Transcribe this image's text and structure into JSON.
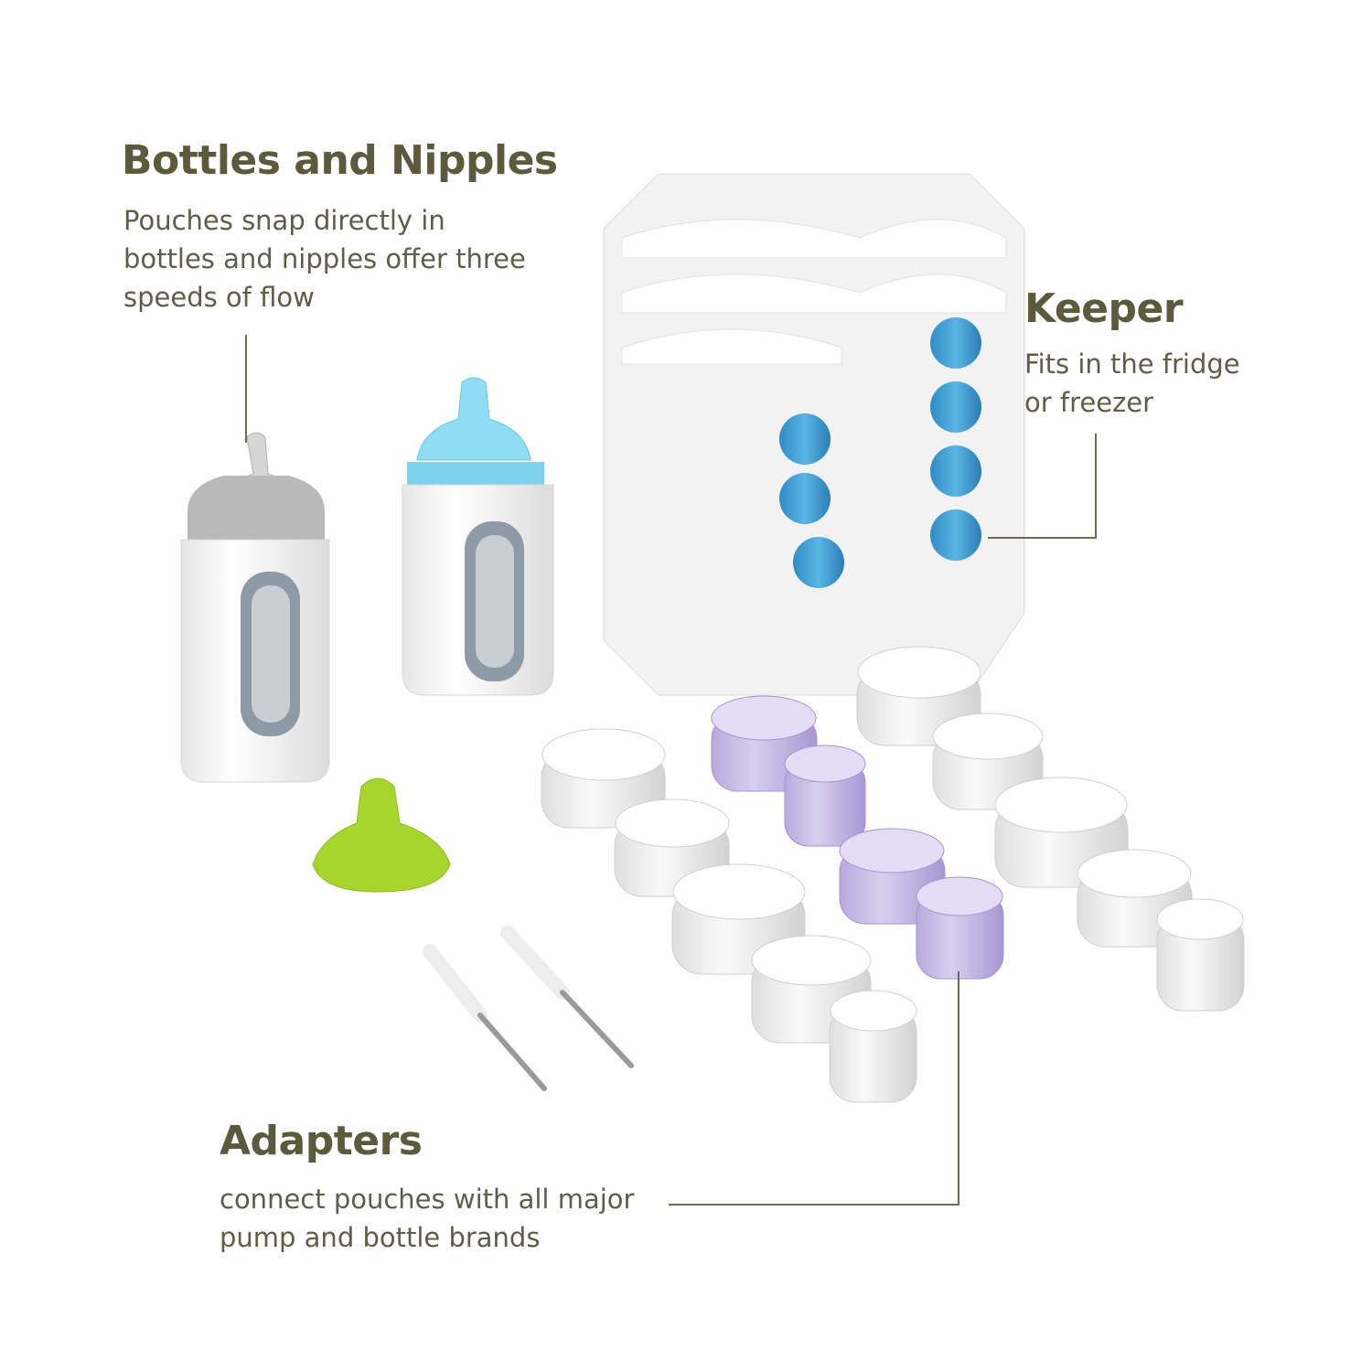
{
  "sections": {
    "bottles": {
      "title": "Bottles and Nipples",
      "lines": [
        "Pouches snap directly in",
        "bottles and nipples offer three",
        "speeds of flow"
      ]
    },
    "keeper": {
      "title": "Keeper",
      "lines": [
        "Fits in the fridge",
        "or freezer"
      ]
    },
    "adapters": {
      "title": "Adapters",
      "lines": [
        "connect pouches with all major",
        "pump and bottle brands"
      ]
    }
  },
  "colors": {
    "heading": "#5b5a3c",
    "text": "#5f5c48",
    "pouch_blue": "#3f9bd0",
    "adapter_purple": "#c9bde6",
    "nipple_green": "#a8d52d",
    "nipple_blue": "#7dd6f2"
  }
}
